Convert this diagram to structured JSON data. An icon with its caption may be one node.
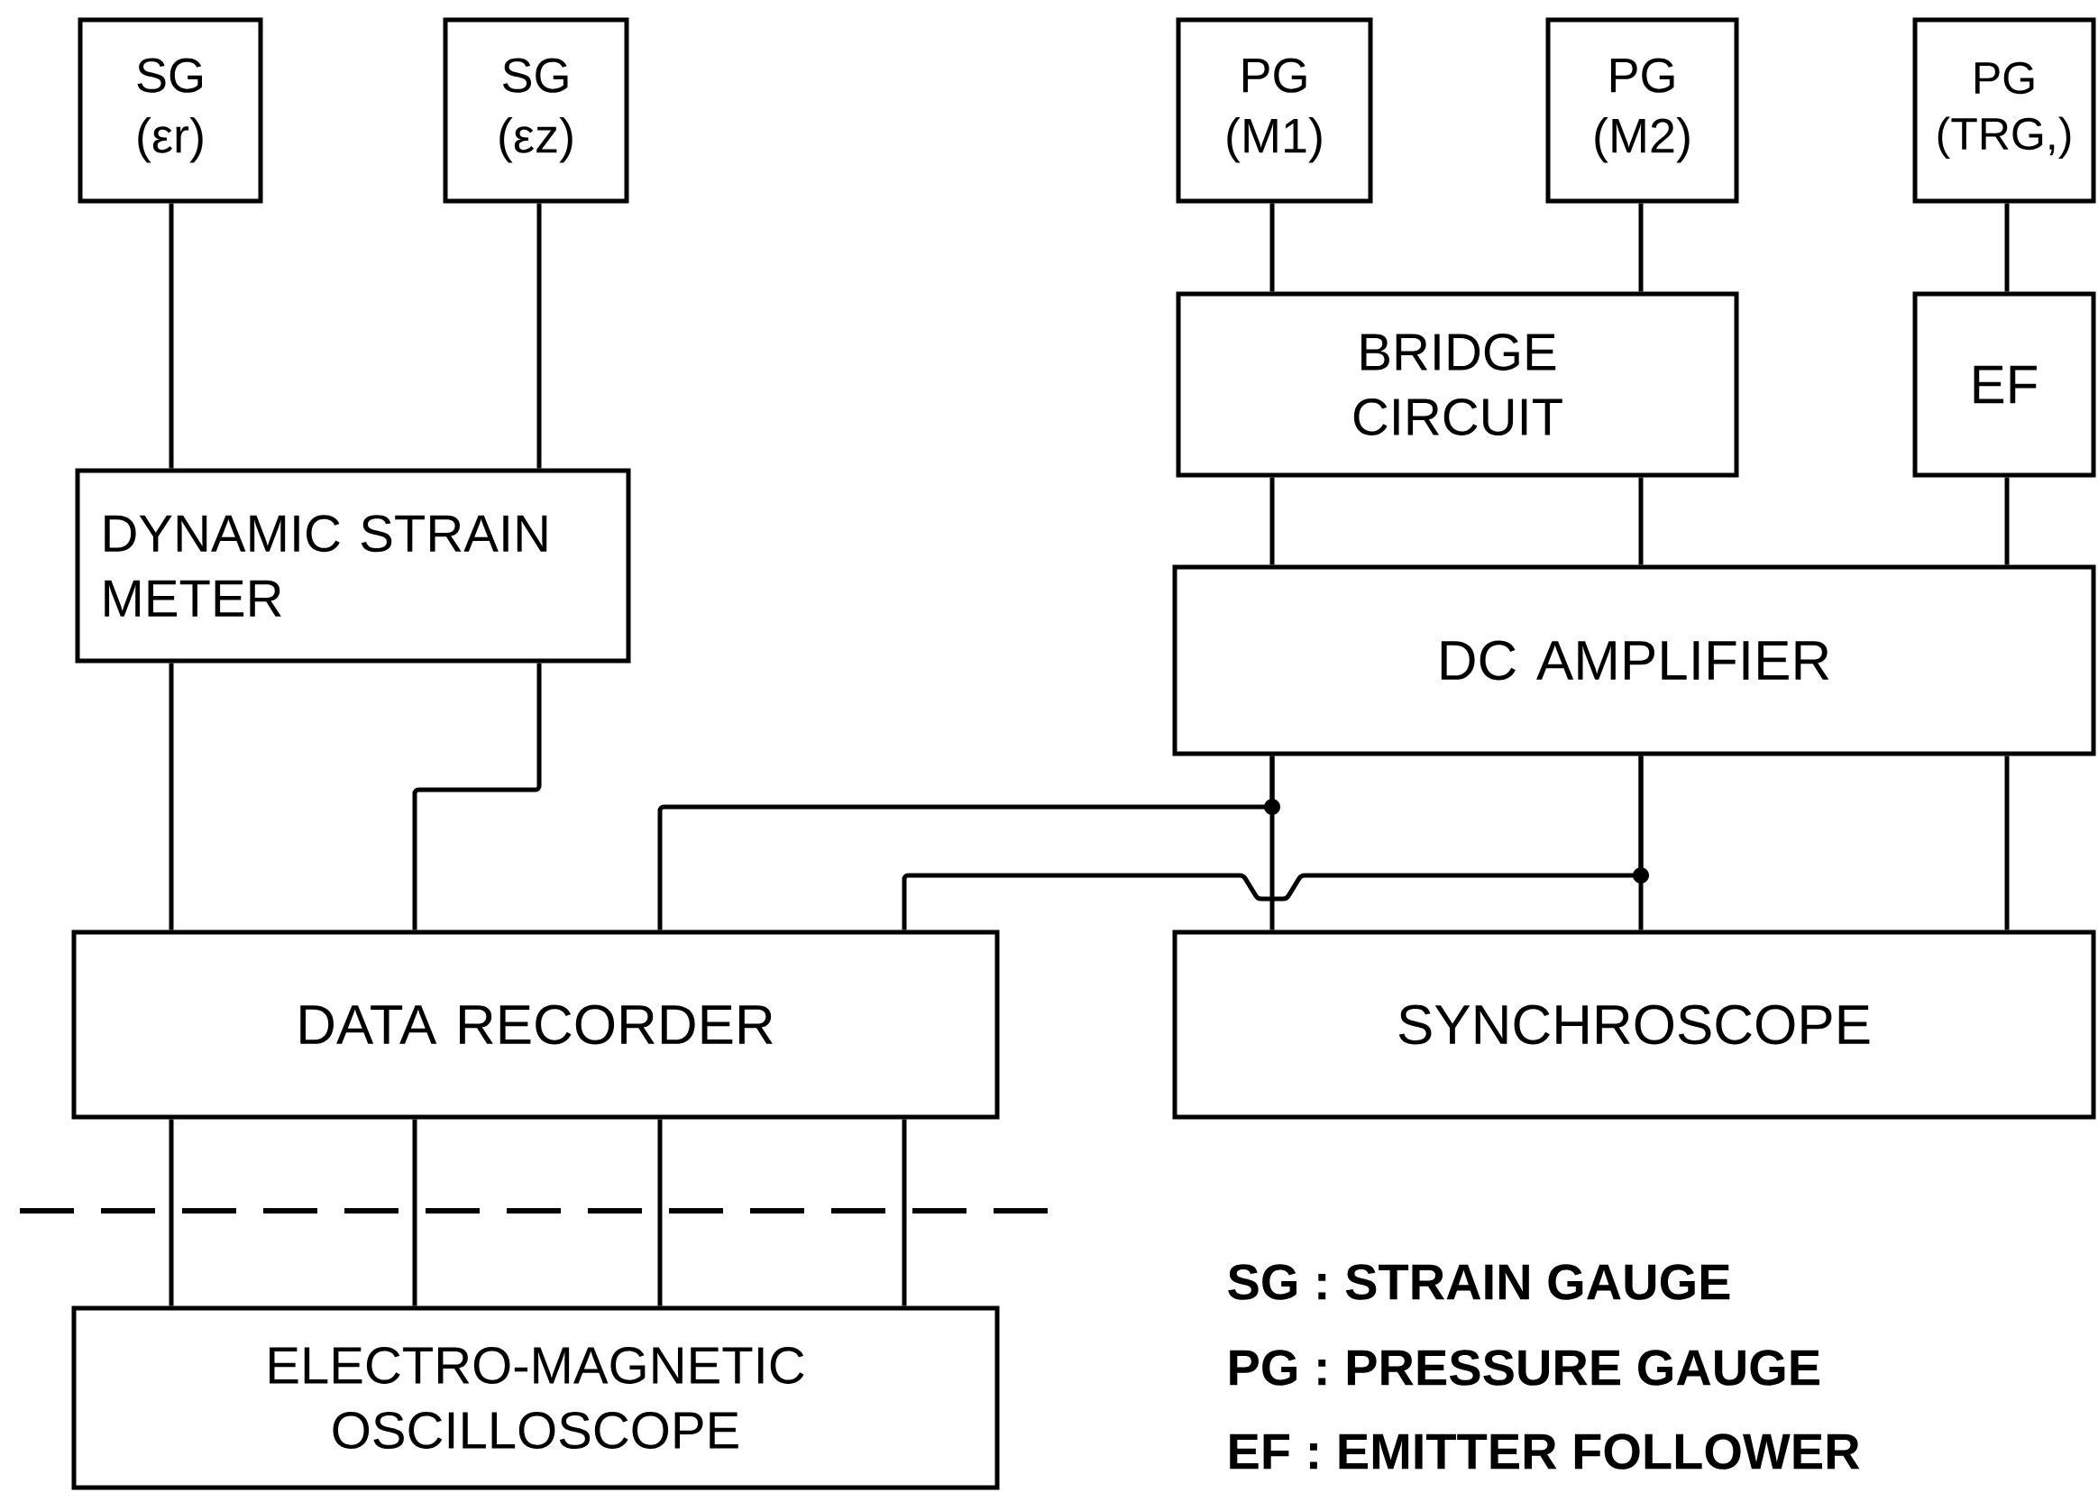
{
  "diagram": {
    "nodes": [
      {
        "text": [
          "SG",
          "(εr)"
        ]
      },
      {
        "text": [
          "SG",
          "(εz)"
        ]
      },
      {
        "text": [
          "PG",
          "(M1)"
        ]
      },
      {
        "text": [
          "PG",
          "(M2)"
        ]
      },
      {
        "text": [
          "PG",
          "(TRG,)"
        ]
      },
      {
        "text": [
          "DYNAMIC STRAIN METER"
        ]
      },
      {
        "text": [
          "BRIDGE CIRCUIT"
        ]
      },
      {
        "text": [
          "EF"
        ]
      },
      {
        "text": [
          "DC AMPLIFIER"
        ]
      },
      {
        "text": [
          "DATA RECORDER"
        ]
      },
      {
        "text": [
          "SYNCHROSCOPE"
        ]
      },
      {
        "text": [
          "ELECTRO-MAGNETIC OSCILLOSCOPE"
        ]
      }
    ],
    "edges": [
      {
        "from": 0,
        "to": 5,
        "arrow": "none"
      },
      {
        "from": 1,
        "to": 5,
        "arrow": "none"
      },
      {
        "from": 2,
        "to": 6,
        "arrow": "none"
      },
      {
        "from": 3,
        "to": 6,
        "arrow": "none"
      },
      {
        "from": 4,
        "to": 7,
        "arrow": "none"
      },
      {
        "from": 5,
        "to": 9,
        "arrow": "none"
      },
      {
        "from": 5,
        "to": 9,
        "arrow": "none"
      },
      {
        "from": 6,
        "to": 8,
        "arrow": "none"
      },
      {
        "from": 6,
        "to": 8,
        "arrow": "none"
      },
      {
        "from": 7,
        "to": 8,
        "arrow": "none"
      },
      {
        "from": 8,
        "to": 10,
        "arrow": "none"
      },
      {
        "from": 8,
        "to": 9,
        "arrow": "none"
      },
      {
        "from": 8,
        "to": 10,
        "arrow": "none"
      },
      {
        "from": 8,
        "to": 9,
        "arrow": "none"
      },
      {
        "from": 8,
        "to": 10,
        "arrow": "none"
      },
      {
        "from": 9,
        "to": 11,
        "arrow": "none"
      },
      {
        "from": 9,
        "to": 11,
        "arrow": "none"
      },
      {
        "from": 9,
        "to": 11,
        "arrow": "none"
      },
      {
        "from": 9,
        "to": 11,
        "arrow": "none"
      }
    ],
    "labels": [
      "SG : STRAIN GAUGE",
      "PG : PRESSURE GAUGE",
      "EF : EMITTER FOLLOWER"
    ]
  }
}
